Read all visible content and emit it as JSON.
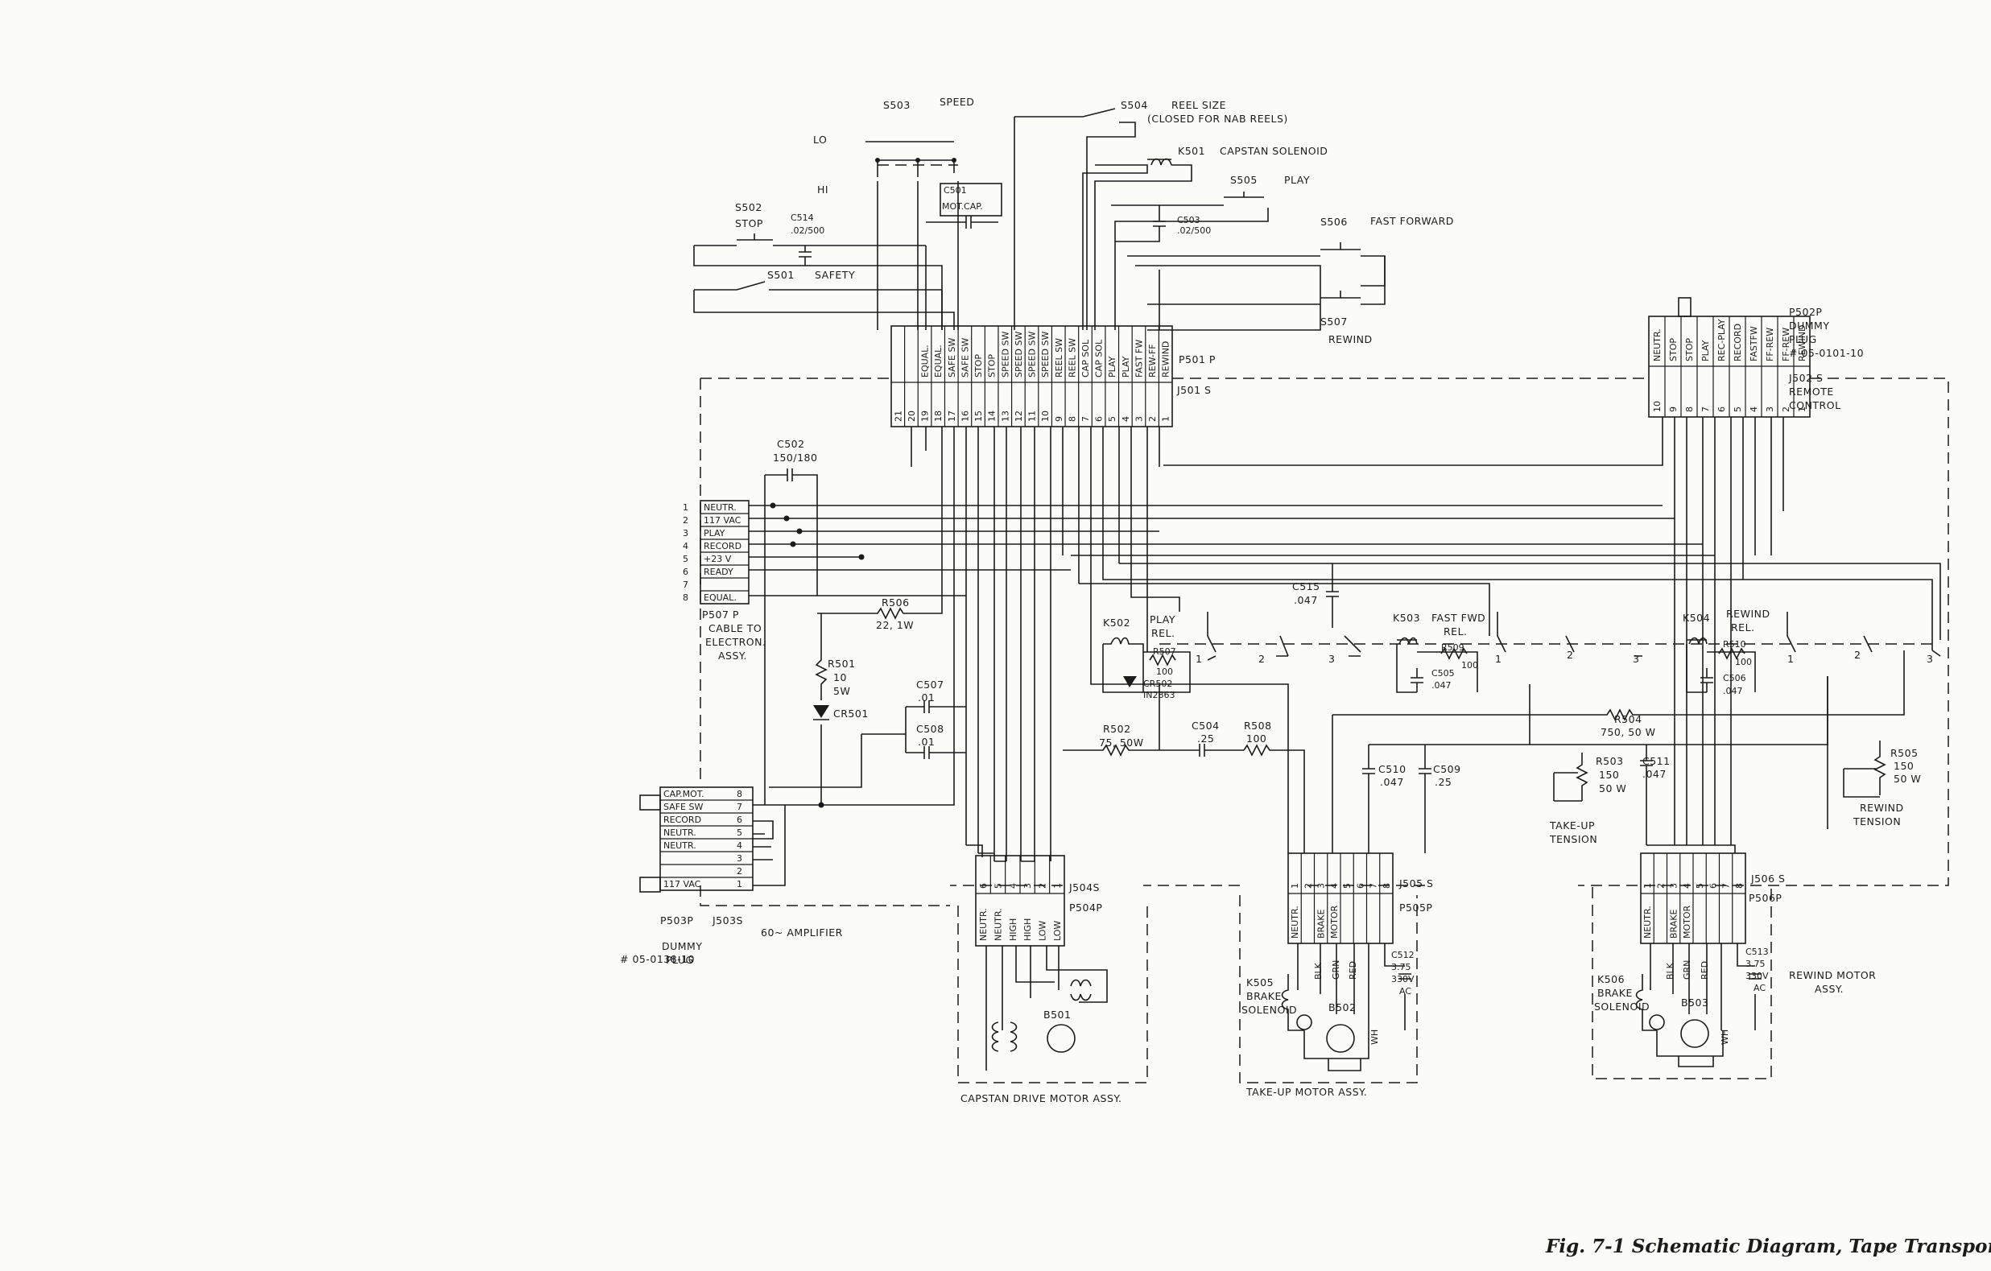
{
  "caption": "Fig. 7-1  Schematic Diagram, Tape Transport",
  "switches": {
    "s503": "S503",
    "s503_name": "SPEED",
    "lo": "LO",
    "hi": "HI",
    "s504": "S504",
    "s504_name": "REEL SIZE",
    "s504_note": "(CLOSED FOR NAB REELS)",
    "k501": "K501",
    "k501_name": "CAPSTAN SOLENOID",
    "s505": "S505",
    "s505_name": "PLAY",
    "s506": "S506",
    "s506_name": "FAST FORWARD",
    "s507": "S507",
    "s507_name": "REWIND",
    "s502": "S502",
    "s502_name": "STOP",
    "s501": "S501",
    "s501_name": "SAFETY"
  },
  "caps_top": {
    "c501": "C501",
    "c501_val": "MOT.CAP.",
    "c503": "C503",
    "c503_val": ".02/500",
    "c514": "C514",
    "c514_val": ".02/500"
  },
  "p501": {
    "plug": "P501 P",
    "jack": "J501 S",
    "labels": [
      "EQUAL.",
      "EQUAL.",
      "SAFE SW",
      "SAFE SW",
      "STOP",
      "STOP",
      "SPEED SW",
      "SPEED SW",
      "SPEED SW",
      "SPEED SW",
      "REEL SW",
      "REEL SW",
      "CAP SOL",
      "CAP SOL",
      "PLAY",
      "PLAY",
      "FAST FW",
      "REW-FF",
      "REWIND"
    ],
    "pins": [
      "21",
      "20",
      "19",
      "18",
      "17",
      "16",
      "15",
      "14",
      "13",
      "12",
      "11",
      "10",
      "9",
      "8",
      "7",
      "6",
      "5",
      "4",
      "3",
      "2",
      "1"
    ]
  },
  "p502": {
    "plug": "P502P",
    "name1": "DUMMY",
    "name2": "PLUG",
    "part": "# 05-0101-10",
    "jack": "J502 S",
    "remote1": "REMOTE",
    "remote2": "CONTROL",
    "labels": [
      "NEUTR.",
      "STOP",
      "STOP",
      "PLAY",
      "REC-PLAY",
      "RECORD",
      "FASTFW",
      "FF-REW",
      "FF-REW",
      "REWIND"
    ],
    "pins": [
      "10",
      "9",
      "8",
      "7",
      "6",
      "5",
      "4",
      "3",
      "2",
      "1"
    ]
  },
  "p507": {
    "pins": [
      "1",
      "2",
      "3",
      "4",
      "5",
      "6",
      "7",
      "8"
    ],
    "labels": [
      "NEUTR.",
      "117 VAC",
      "PLAY",
      "RECORD",
      "+23 V",
      "READY",
      "",
      "EQUAL."
    ],
    "name1": "P507 P",
    "name2": "CABLE TO",
    "name3": "ELECTRON.",
    "name4": "ASSY."
  },
  "j503": {
    "labels": [
      "CAP.MOT.",
      "SAFE SW",
      "RECORD",
      "NEUTR.",
      "NEUTR.",
      "",
      "",
      "117 VAC"
    ],
    "pins": [
      "8",
      "7",
      "6",
      "5",
      "4",
      "3",
      "2",
      "1"
    ],
    "dummy": "P503P",
    "jack": "J503S",
    "amp": "60~ AMPLIFIER",
    "dummy2": "DUMMY",
    "dummy3": "PLUG",
    "part": "# 05-0138-10"
  },
  "parts": {
    "c502": "C502",
    "c502_val": "150/180",
    "r506": "R506",
    "r506_val": "22, 1W",
    "r501": "R501",
    "r501_val1": "10",
    "r501_val2": "5W",
    "cr501": "CR501",
    "c507": "C507",
    "c507_val": ".01",
    "c508": "C508",
    "c508_val": ".01",
    "k502": "K502",
    "k502_name1": "PLAY",
    "k502_name2": "REL.",
    "r507": "R507",
    "r507_val": "100",
    "cr502": "CR502",
    "cr502_val": "IN2863",
    "r502": "R502",
    "r502_val": "75, 50W",
    "c504": "C504",
    "c504_val": ".25",
    "r508": "R508",
    "r508_val": "100",
    "c515": "C515",
    "c515_val": ".047",
    "k503": "K503",
    "k503_name1": "FAST FWD",
    "k503_name2": "REL.",
    "r509": "R509",
    "r509_val": "100",
    "c505": "C505",
    "c505_val": ".047",
    "k504": "K504",
    "k504_name1": "REWIND",
    "k504_name2": "REL.",
    "r510": "R510",
    "r510_val": "100",
    "c506": "C506",
    "c506_val": ".047",
    "r504": "R504",
    "r504_val": "750, 50 W",
    "r503": "R503",
    "r503_val1": "150",
    "r503_val2": "50 W",
    "c511": "C511",
    "c511_val": ".047",
    "r505": "R505",
    "r505_val1": "150",
    "r505_val2": "50 W",
    "c510": "C510",
    "c510_val": ".047",
    "c509": "C509",
    "c509_val": ".25",
    "takeup_tension1": "TAKE-UP",
    "takeup_tension2": "TENSION",
    "rewind_tension1": "REWIND",
    "rewind_tension2": "TENSION"
  },
  "contact_nums": [
    "1",
    "2",
    "3"
  ],
  "j504": {
    "jack": "J504S",
    "plug": "P504P",
    "pins": [
      "6",
      "5",
      "4",
      "3",
      "2",
      "1"
    ],
    "labels": [
      "NEUTR.",
      "NEUTR.",
      "HIGH",
      "HIGH",
      "LOW",
      "LOW"
    ],
    "motor": "B501",
    "assy": "CAPSTAN DRIVE MOTOR ASSY."
  },
  "j505": {
    "jack": "J505 S",
    "plug": "P505P",
    "pins": [
      "1",
      "2",
      "3",
      "4",
      "5",
      "6",
      "7",
      "8"
    ],
    "labels": [
      "NEUTR.",
      "",
      "BRAKE",
      "MOTOR"
    ],
    "wires": [
      "BLK",
      "GRN",
      "RED",
      "WH"
    ],
    "solenoid1": "K505",
    "solenoid2": "BRAKE",
    "solenoid3": "SOLENOID",
    "motor": "B502",
    "c512": "C512",
    "c512_v1": "3.75",
    "c512_v2": "330V",
    "c512_v3": "AC",
    "assy": "TAKE-UP MOTOR ASSY."
  },
  "j506": {
    "jack": "J506 S",
    "plug": "P506P",
    "pins": [
      "1",
      "2",
      "3",
      "4",
      "5",
      "6",
      "7",
      "8"
    ],
    "labels": [
      "NEUTR.",
      "",
      "BRAKE",
      "MOTOR"
    ],
    "wires": [
      "BLK",
      "GRN",
      "RED",
      "WH"
    ],
    "solenoid1": "K506",
    "solenoid2": "BRAKE",
    "solenoid3": "SOLENOID",
    "motor": "B503",
    "c513": "C513",
    "c513_v1": "3.75",
    "c513_v2": "330V",
    "c513_v3": "AC",
    "assy1": "REWIND MOTOR",
    "assy2": "ASSY."
  }
}
